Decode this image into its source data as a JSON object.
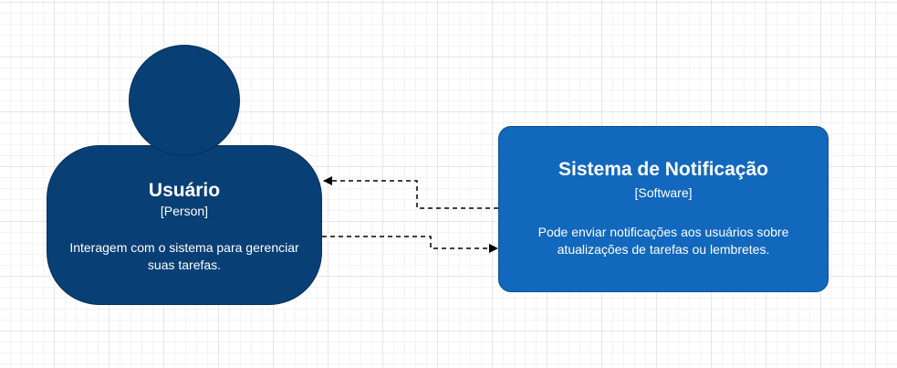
{
  "colors": {
    "person_fill": "#083f75",
    "system_fill": "#1168bd",
    "text": "#ffffff",
    "edge": "#000000"
  },
  "person": {
    "name": "Usuário",
    "type": "[Person]",
    "description_line1": "Interagem com o sistema para gerenciar",
    "description_line2": "suas tarefas."
  },
  "system": {
    "name": "Sistema de Notificação",
    "type": "[Software]",
    "description_line1": "Pode enviar notificações aos usuários sobre",
    "description_line2": "atualizações de tarefas ou lembretes."
  },
  "edges": [
    {
      "from": "system",
      "to": "person",
      "style": "dashed"
    },
    {
      "from": "person",
      "to": "system",
      "style": "dashed"
    }
  ]
}
